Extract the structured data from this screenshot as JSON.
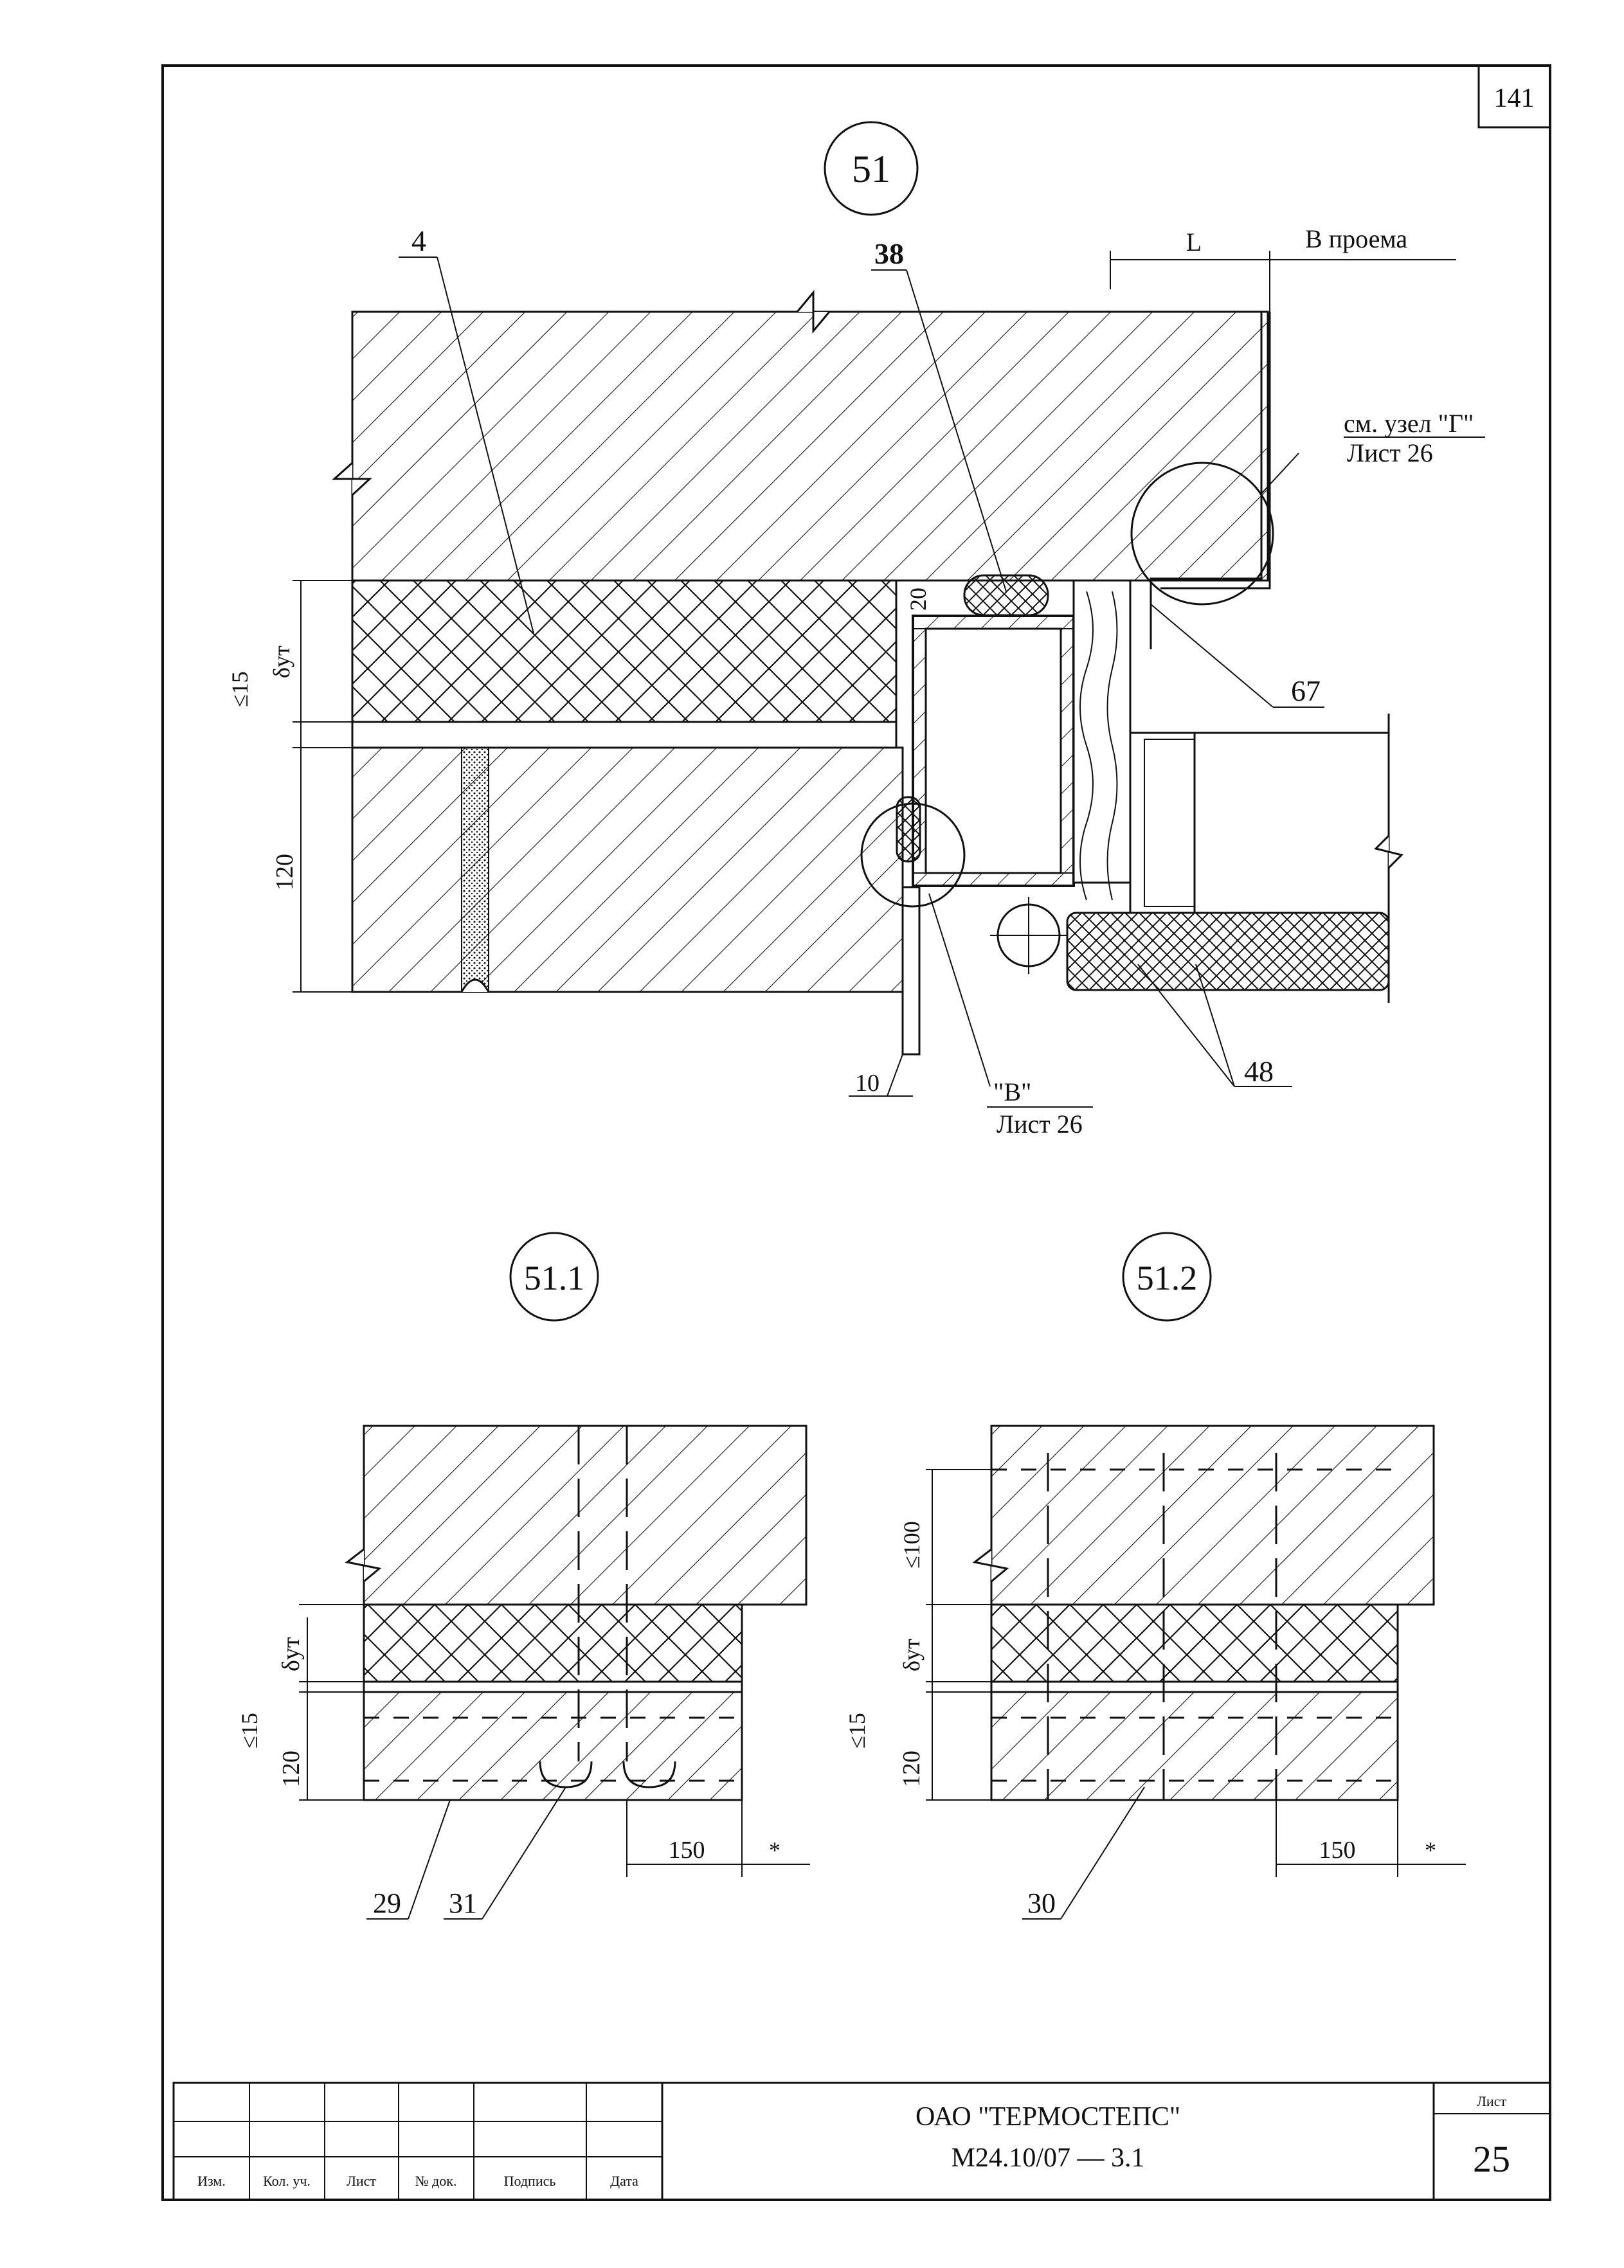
{
  "sheet_corner_number": "141",
  "main_view": {
    "node_label": "51",
    "callouts": {
      "c4": "4",
      "c38": "38",
      "c67": "67",
      "c48": "48",
      "c10": "10",
      "c20": "20",
      "c120": "120",
      "c15": "≤15",
      "delta": "δут"
    },
    "dim_L": "L",
    "opening_text": "В проема",
    "ref_G_line1": "см. узел \"Г\"",
    "ref_G_line2": "Лист 26",
    "ref_V_line1": "\"В\"",
    "ref_V_line2": "Лист 26"
  },
  "view_51_1": {
    "node_label": "51.1",
    "dim_delta": "δут",
    "dim_15": "≤15",
    "dim_120": "120",
    "dim_150": "150",
    "dim_star": "*",
    "callout_29": "29",
    "callout_31": "31"
  },
  "view_51_2": {
    "node_label": "51.2",
    "dim_100": "≤100",
    "dim_delta": "δут",
    "dim_15": "≤15",
    "dim_120": "120",
    "dim_150": "150",
    "dim_star": "*",
    "callout_30": "30"
  },
  "title_block": {
    "headers": [
      "Изм.",
      "Кол. уч.",
      "Лист",
      "№ док.",
      "Подпись",
      "Дата"
    ],
    "company": "ОАО \"ТЕРМОСТЕПС\"",
    "doc_code": "М24.10/07  — 3.1",
    "sheet_label": "Лист",
    "sheet_number": "25"
  }
}
